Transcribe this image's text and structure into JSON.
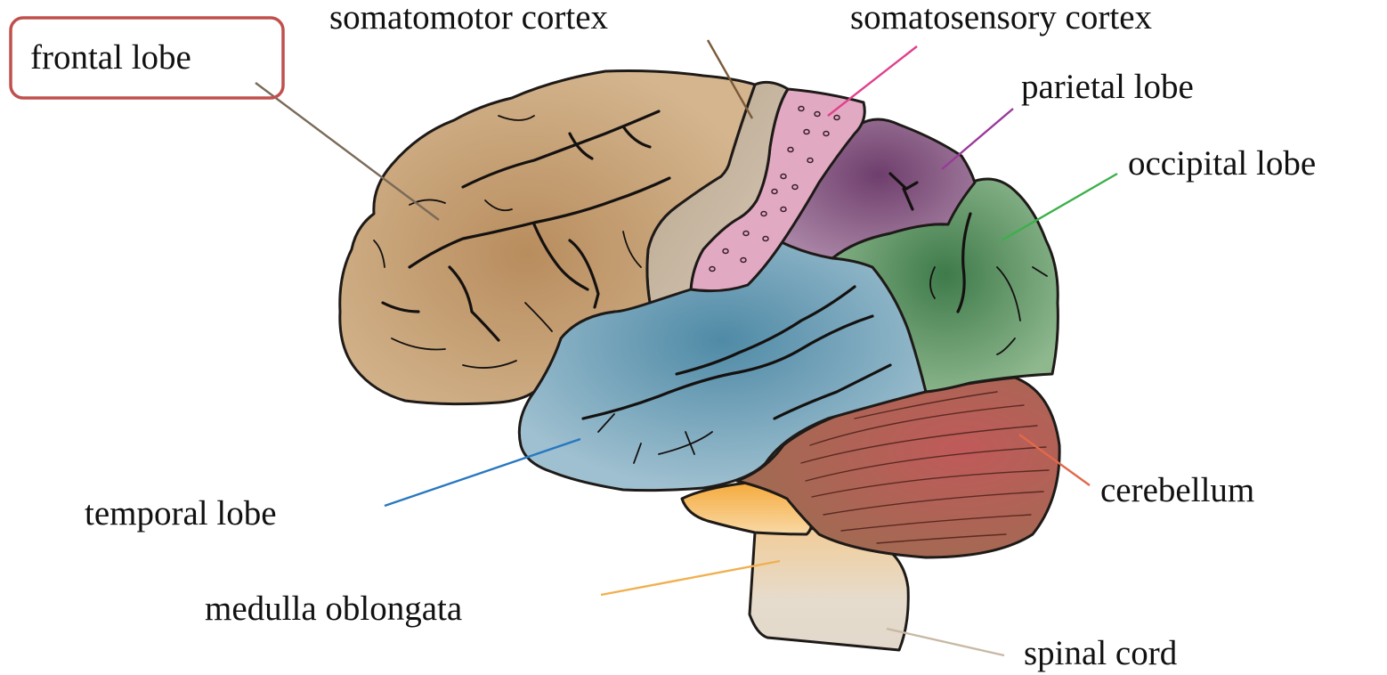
{
  "labels": {
    "frontal_lobe": "frontal lobe",
    "somatomotor_cortex": "somatomotor cortex",
    "somatosensory_cortex": "somatosensory cortex",
    "parietal_lobe": "parietal lobe",
    "occipital_lobe": "occipital lobe",
    "temporal_lobe": "temporal lobe",
    "cerebellum": "cerebellum",
    "medulla_oblongata": "medulla oblongata",
    "spinal_cord": "spinal cord"
  },
  "highlighted_label": "frontal_lobe",
  "colors": {
    "frontal_lobe": "#c9a87d",
    "somatomotor_cortex": "#c9b9a2",
    "somatosensory_cortex": "#e2a9c3",
    "parietal_lobe": "#8e5f86",
    "occipital_lobe": "#6f9c70",
    "temporal_lobe": "#76a4bb",
    "cerebellum": "#b7705e",
    "medulla_oblongata": "#f4b45a",
    "spinal_cord": "#e6dccd",
    "highlight_box": "#c0504d",
    "leader_frontal": "#7a6a58",
    "leader_somatomotor": "#7a5a3a",
    "leader_somatosensory": "#e0408a",
    "leader_parietal": "#9a3a9a",
    "leader_occipital": "#3cb04a",
    "leader_temporal": "#2878c0",
    "leader_cerebellum": "#e06a4a",
    "leader_medulla": "#f0b050",
    "leader_spinal": "#c8b8a4"
  }
}
